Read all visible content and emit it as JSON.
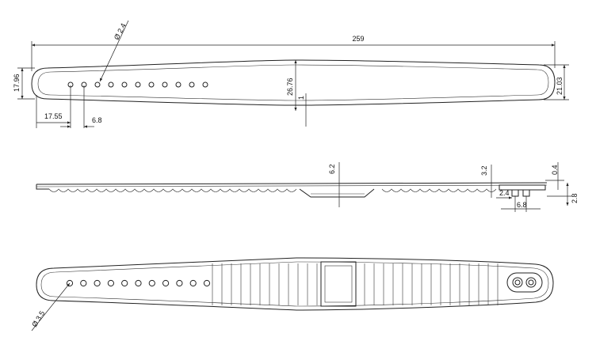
{
  "colors": {
    "line": "#222222",
    "background": "#ffffff"
  },
  "dimensions": {
    "overall_length": "259",
    "hole_diameter_top": "Ø 2.4",
    "hole_diameter_bottom": "Ø 3.5",
    "left_end_height": "17.96",
    "right_end_height": "21.03",
    "center_height": "26.76",
    "step": "1",
    "first_hole_offset": "17.55",
    "hole_pitch": "6.8",
    "side_bump": "6.2",
    "side_thickness_right": "3.2",
    "side_top": "0.4",
    "side_height_right": "2.8",
    "buckle_offset": "2.4",
    "buckle_pitch": "6.8"
  },
  "views": {
    "top_view_hole_count": 11,
    "bottom_view_hole_count": 11,
    "bottom_view_rib_count": 34
  }
}
